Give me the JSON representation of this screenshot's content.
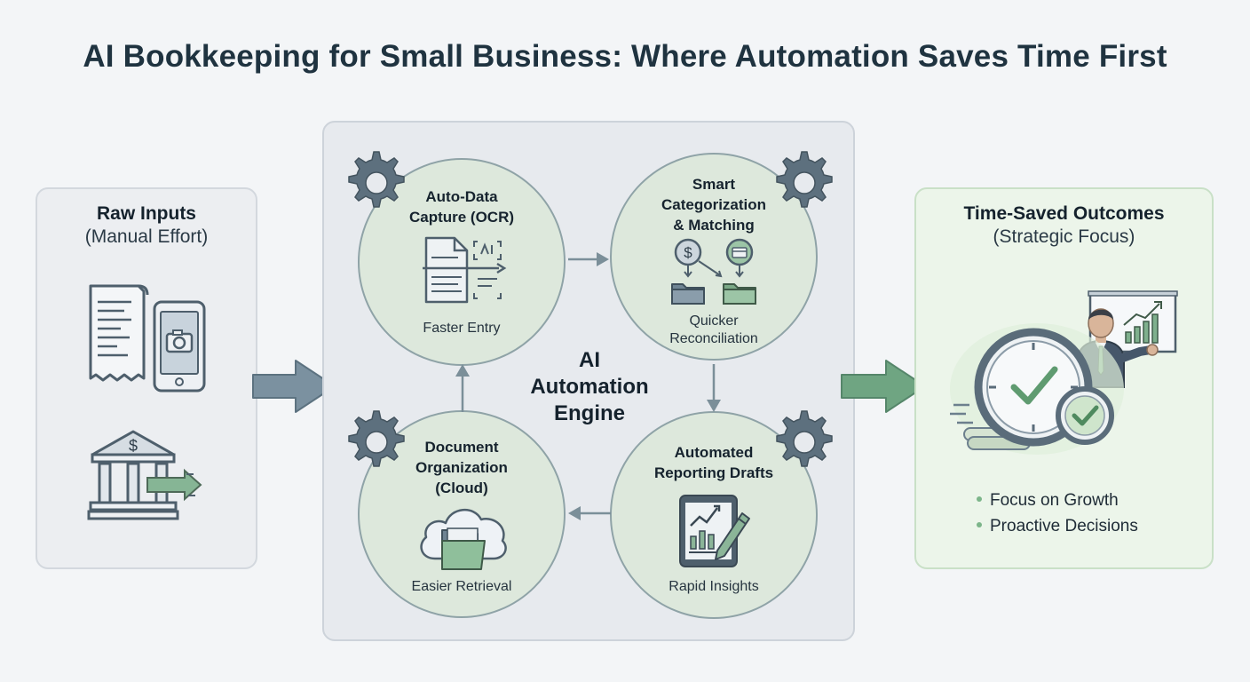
{
  "title": "AI Bookkeeping for Small Business: Where Automation Saves Time First",
  "inputs": {
    "heading": "Raw Inputs",
    "subheading": "(Manual Effort)",
    "icons": [
      "receipt-icon",
      "phone-camera-icon",
      "bank-icon"
    ]
  },
  "engine": {
    "label_lines": [
      "AI",
      "Automation",
      "Engine"
    ],
    "stages": [
      {
        "title_lines": [
          "Auto-Data",
          "Capture (OCR)"
        ],
        "benefit_lines": [
          "Faster Entry"
        ],
        "icon": "ocr-document-icon"
      },
      {
        "title_lines": [
          "Smart",
          "Categorization",
          "& Matching"
        ],
        "benefit_lines": [
          "Quicker",
          "Reconciliation"
        ],
        "icon": "categorize-folders-icon"
      },
      {
        "title_lines": [
          "Automated",
          "Reporting Drafts"
        ],
        "benefit_lines": [
          "Rapid Insights"
        ],
        "icon": "report-tablet-icon"
      },
      {
        "title_lines": [
          "Document",
          "Organization",
          "(Cloud)"
        ],
        "benefit_lines": [
          "Easier Retrieval"
        ],
        "icon": "cloud-folder-icon"
      }
    ]
  },
  "outcomes": {
    "heading": "Time-Saved Outcomes",
    "subheading": "(Strategic Focus)",
    "bullets": [
      "Focus on Growth",
      "Proactive Decisions"
    ],
    "icons": [
      "clock-check-icon",
      "presenter-chart-icon"
    ]
  },
  "colors": {
    "input_arrow": "#7b91a0",
    "output_arrow": "#6fa582",
    "flow_arrow": "#7b8f99",
    "circle_fill": "#dde8dc",
    "gear": "#5d707e"
  }
}
